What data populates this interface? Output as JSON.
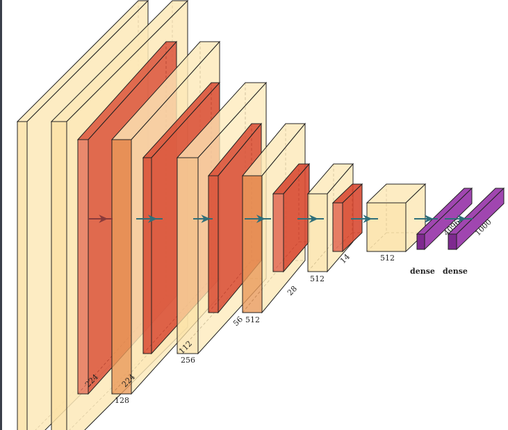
{
  "diagram": {
    "colors": {
      "conv": "#fde9b8",
      "conv_front": "#fbe2a6",
      "pool": "#d84a33",
      "pool_front": "#e3705a",
      "mid": "#e99a5a",
      "dense": "#7e2a8f",
      "dense_front": "#a046b0",
      "arrow": "#2f6f7a",
      "arrow_first": "#8a3b3b",
      "edge": "#222222"
    },
    "labels": {
      "conv1_dim": "224",
      "conv2_dim": "224",
      "block1_channels": "128",
      "block2_channels": "256",
      "block2_dim": "112",
      "block3_dim": "56",
      "block3_channels": "512",
      "block4_dim": "28",
      "block4_channels": "512",
      "block5_dim": "14",
      "block6_channels": "512",
      "fc1_units": "4096",
      "fc2_units": "1000",
      "fc1_name": "dense",
      "fc2_name": "dense"
    }
  }
}
